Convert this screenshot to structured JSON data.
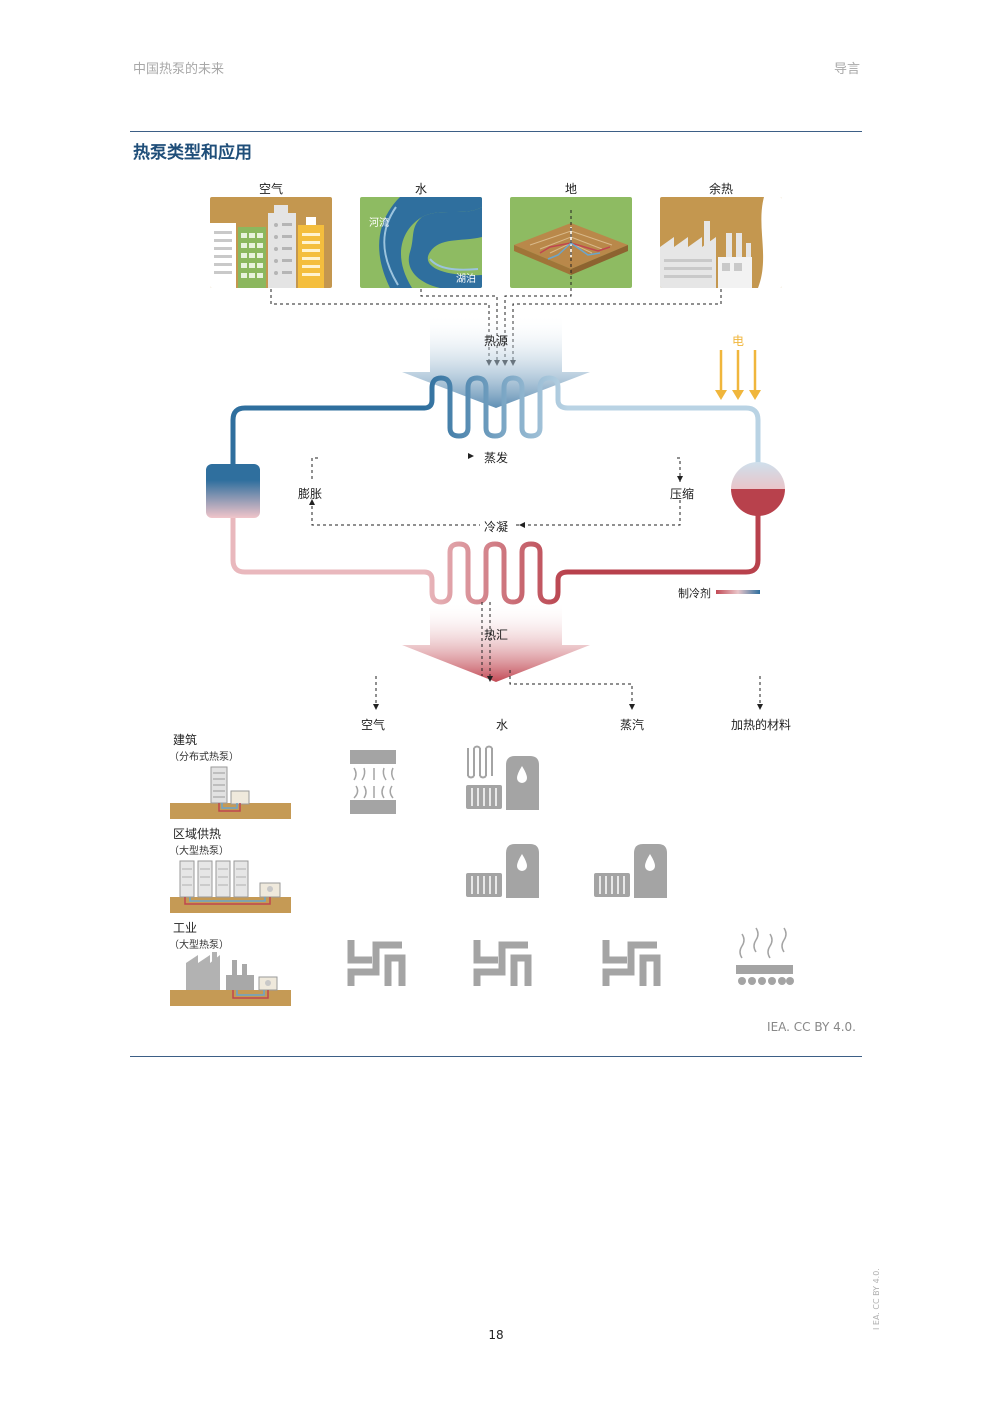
{
  "header": {
    "left": "中国热泵的未来",
    "right": "导言"
  },
  "section_title": "热泵类型和应用",
  "sources": {
    "air": "空气",
    "water": "水",
    "ground": "地",
    "waste_heat": "余热",
    "river_tag": "河流",
    "lake_tag": "湖泊"
  },
  "cycle": {
    "heat_source": "热源",
    "electricity": "电",
    "evaporation": "蒸发",
    "expansion": "膨胀",
    "compression": "压缩",
    "condensation": "冷凝",
    "refrigerant": "制冷剂",
    "heat_sink": "热汇"
  },
  "outputs": {
    "air": "空气",
    "water": "水",
    "steam": "蒸汽",
    "heated_materials": "加热的材料"
  },
  "sectors": [
    {
      "name": "建筑",
      "sub": "（分布式热泵）"
    },
    {
      "name": "区域供热",
      "sub": "（大型热泵）"
    },
    {
      "name": "工业",
      "sub": "（大型热泵）"
    }
  ],
  "credit": "IEA. CC BY 4.0.",
  "side_note": "I EA. CC BY 4.0.",
  "page_number": "18",
  "colors": {
    "cold_blue": "#2f6f9e",
    "light_blue": "#b9d3e4",
    "hot_red": "#b8414c",
    "light_pink": "#e9b8bd",
    "electric_yellow": "#f0b63c",
    "icon_gray": "#a4a4a4",
    "ground_brown": "#c59a55",
    "title_blue": "#1f4e79"
  }
}
